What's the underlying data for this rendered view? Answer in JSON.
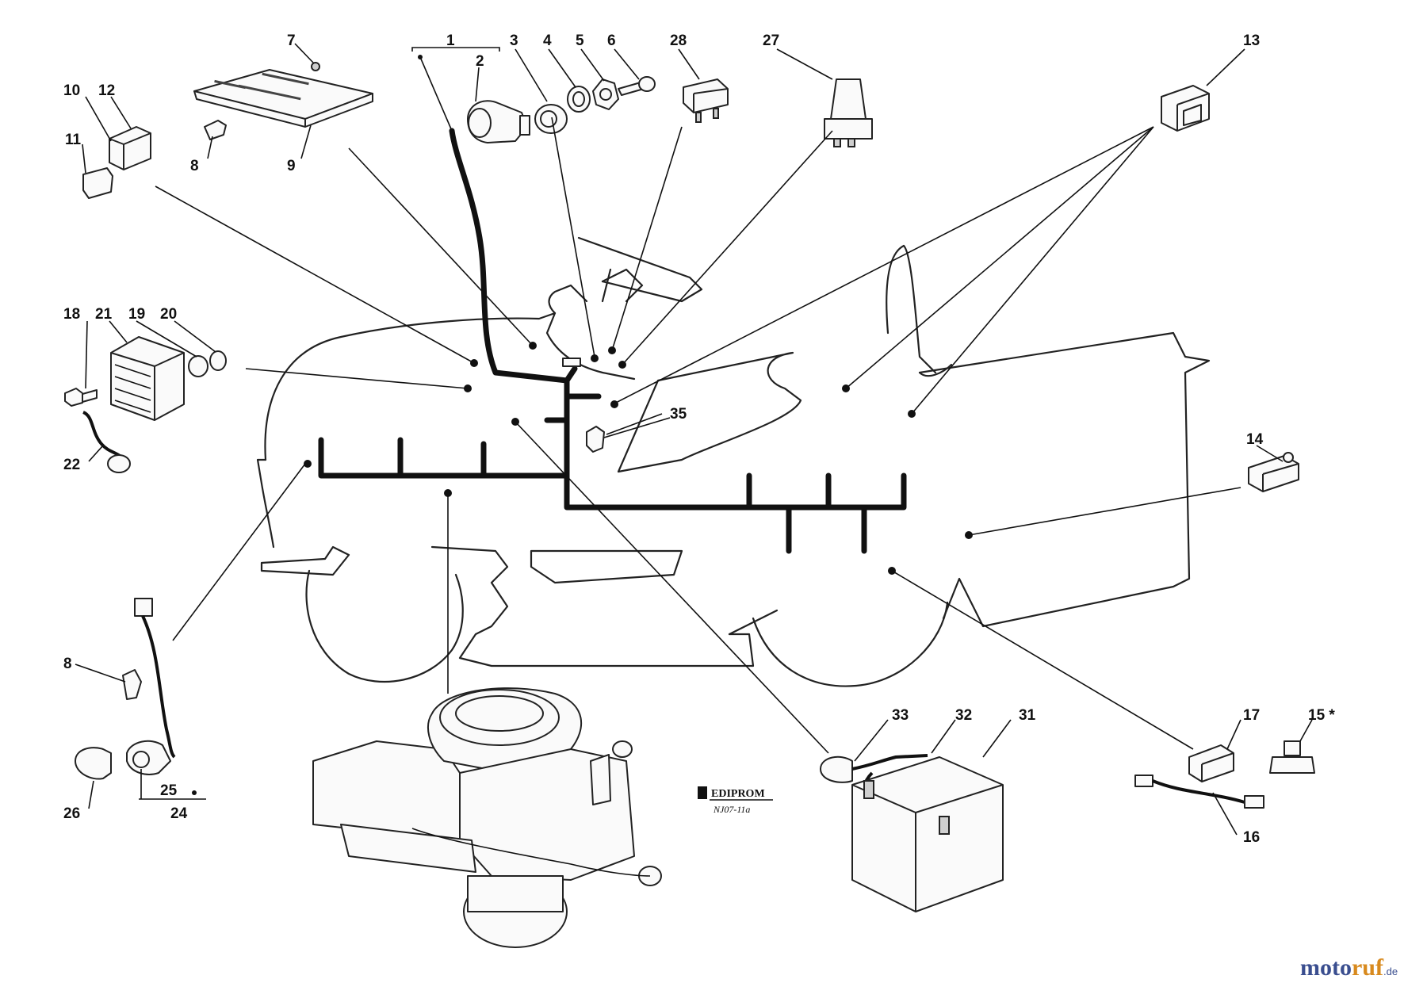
{
  "labels": {
    "n1": "1",
    "n2": "2",
    "n3": "3",
    "n4": "4",
    "n5": "5",
    "n6": "6",
    "n7": "7",
    "n8a": "8",
    "n8b": "8",
    "n9": "9",
    "n10": "10",
    "n11": "11",
    "n12": "12",
    "n13": "13",
    "n14": "14",
    "n15": "15 *",
    "n16": "16",
    "n17": "17",
    "n18": "18",
    "n19": "19",
    "n20": "20",
    "n21": "21",
    "n22": "22",
    "n24": "24",
    "n25": "25",
    "n26": "26",
    "n27": "27",
    "n28": "28",
    "n31": "31",
    "n32": "32",
    "n33": "33",
    "n35": "35"
  },
  "stamp": {
    "brand": "EDIPROM",
    "code": "NJ07-11a"
  },
  "watermark": {
    "part1": "moto",
    "part2": "ruf",
    "suffix": ".de"
  },
  "colors": {
    "line": "#111111",
    "watermark_blue": "#3a4e8f",
    "watermark_orange": "#d88a1e"
  }
}
